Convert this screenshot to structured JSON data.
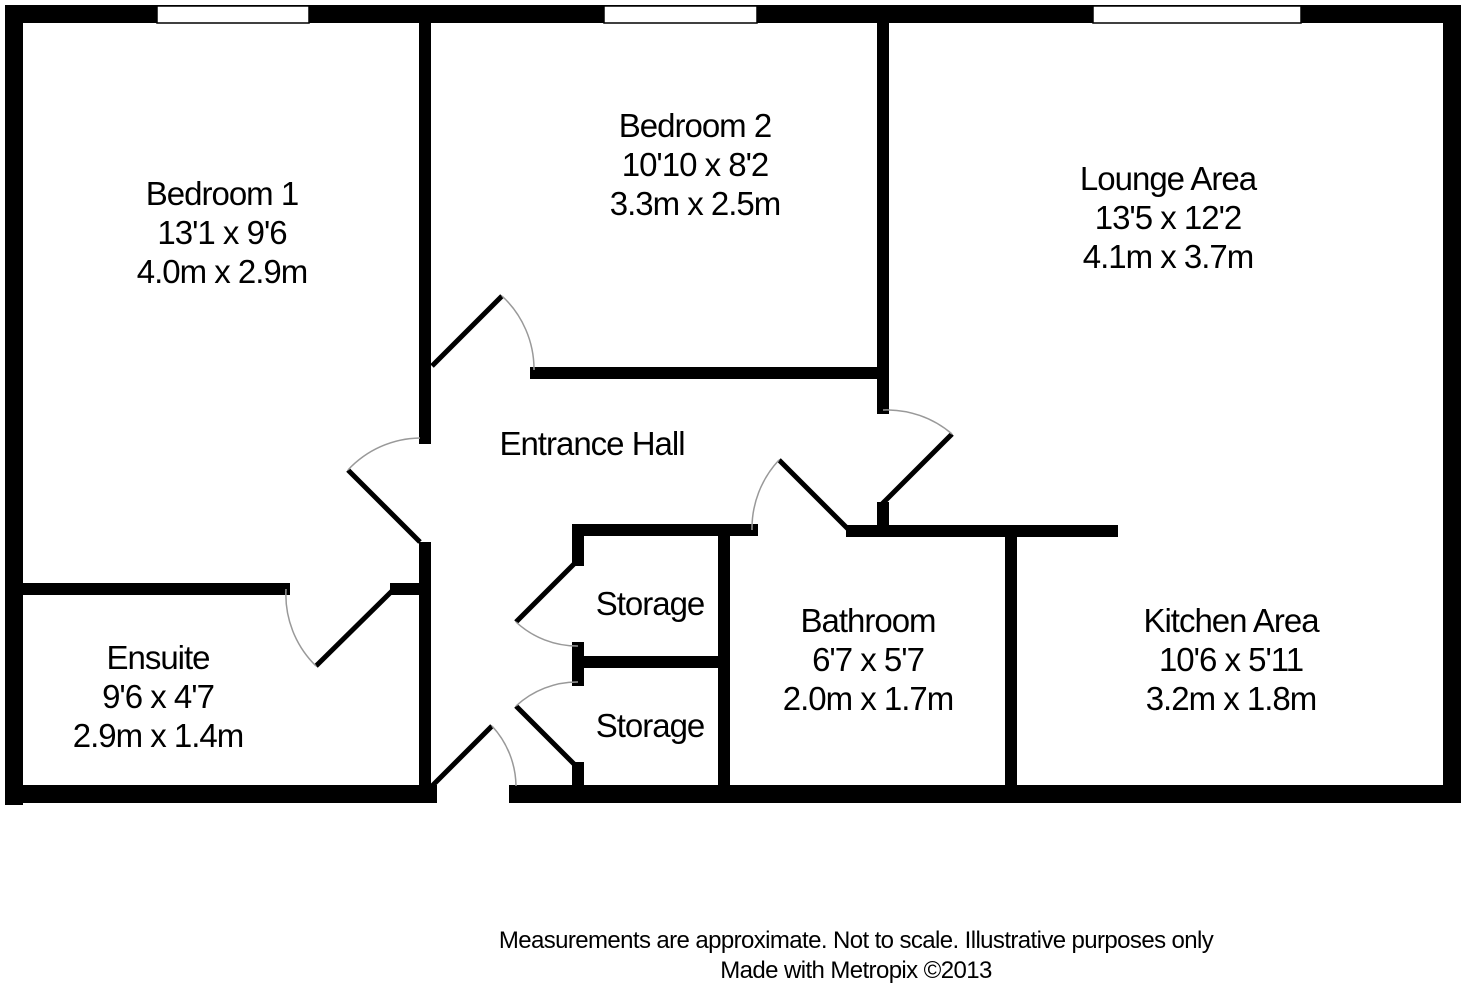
{
  "rooms": {
    "bedroom1": {
      "name": "Bedroom 1",
      "imperial": "13'1 x 9'6",
      "metric": "4.0m x 2.9m"
    },
    "bedroom2": {
      "name": "Bedroom 2",
      "imperial": "10'10 x 8'2",
      "metric": "3.3m x 2.5m"
    },
    "lounge": {
      "name": "Lounge Area",
      "imperial": "13'5 x 12'2",
      "metric": "4.1m x 3.7m"
    },
    "hall": {
      "name": "Entrance Hall"
    },
    "storage_upper": {
      "name": "Storage"
    },
    "storage_lower": {
      "name": "Storage"
    },
    "bathroom": {
      "name": "Bathroom",
      "imperial": "6'7 x 5'7",
      "metric": "2.0m x 1.7m"
    },
    "kitchen": {
      "name": "Kitchen Area",
      "imperial": "10'6 x 5'11",
      "metric": "3.2m x 1.8m"
    },
    "ensuite": {
      "name": "Ensuite",
      "imperial": "9'6 x 4'7",
      "metric": "2.9m x 1.4m"
    }
  },
  "footer": {
    "disclaimer": "Measurements are approximate.  Not to scale.  Illustrative purposes only",
    "credit": "Made with Metropix ©2013"
  }
}
